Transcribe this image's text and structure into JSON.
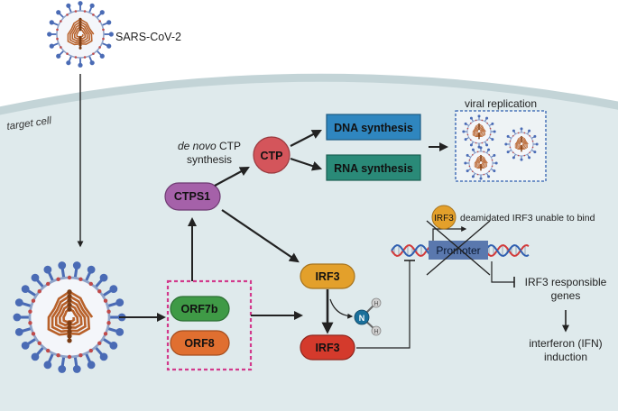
{
  "labels": {
    "virus": "SARS-CoV-2",
    "target_cell": "target cell",
    "de_novo_italic": "de novo",
    "de_novo_ctp": " CTP",
    "synthesis": "synthesis",
    "viral_replication": "viral replication",
    "deamidated": "deamidated IRF3 unable to bind",
    "promoter": "Promoter",
    "irf3_responsible": "IRF3 responsible",
    "genes": "genes",
    "interferon": "interferon (IFN)",
    "induction": "induction",
    "n_atom": "N",
    "h_atom": "H"
  },
  "nodes": {
    "ctp": "CTP",
    "ctps1": "CTPS1",
    "dna": "DNA synthesis",
    "rna": "RNA synthesis",
    "orf7b": "ORF7b",
    "orf8": "ORF8",
    "irf3_top": "IRF3",
    "irf3_bottom": "IRF3",
    "irf3_small": "IRF3"
  },
  "colors": {
    "cell_fill": "#dfeaec",
    "membrane": "#c2d3d6",
    "ctp": "#d4555b",
    "ctps1": "#a561a9",
    "dna": "#2f86bf",
    "rna": "#2a8a78",
    "orf7b": "#3f9a46",
    "orf8": "#e06f30",
    "irf3_orange": "#e3a02b",
    "irf3_red": "#d43a2c",
    "magenta_dash": "#d23a8c",
    "promoter": "#5a78ae",
    "n_atom": "#1a6f9a",
    "dna_red": "#d23a3a",
    "dna_blue": "#2f5fb0",
    "virus_spike": "#4a6bb5",
    "virus_body": "#f4f6fa",
    "virus_rna": "#b8612a"
  }
}
